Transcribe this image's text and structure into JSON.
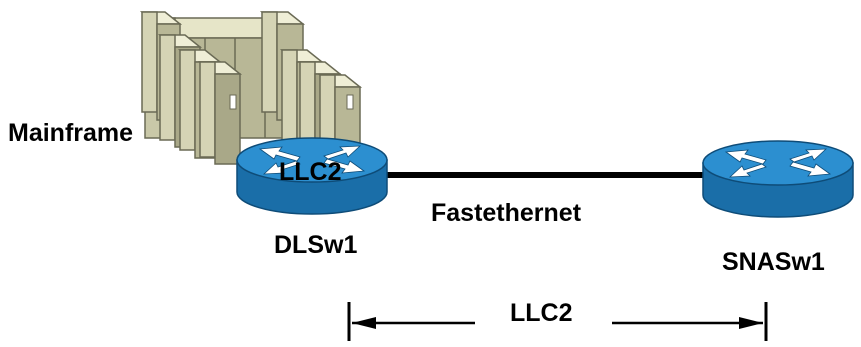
{
  "colors": {
    "background": "#ffffff",
    "router_top": "#2c8fd0",
    "router_side": "#1a6ea8",
    "arrow_white": "#ffffff",
    "mainframe_light": "#e6e5c8",
    "mainframe_mid": "#b8b796",
    "mainframe_dark": "#6a6a55",
    "line": "#000000"
  },
  "nodes": {
    "mainframe": {
      "label": "Mainframe",
      "icon": "mainframe-icon"
    },
    "dlsw1": {
      "label": "DLSw1",
      "inner_label": "LLC2",
      "icon": "router-icon"
    },
    "snasw1": {
      "label": "SNASw1",
      "icon": "router-icon"
    }
  },
  "links": {
    "fastethernet": {
      "label": "Fastethernet"
    }
  },
  "span": {
    "label": "LLC2"
  }
}
